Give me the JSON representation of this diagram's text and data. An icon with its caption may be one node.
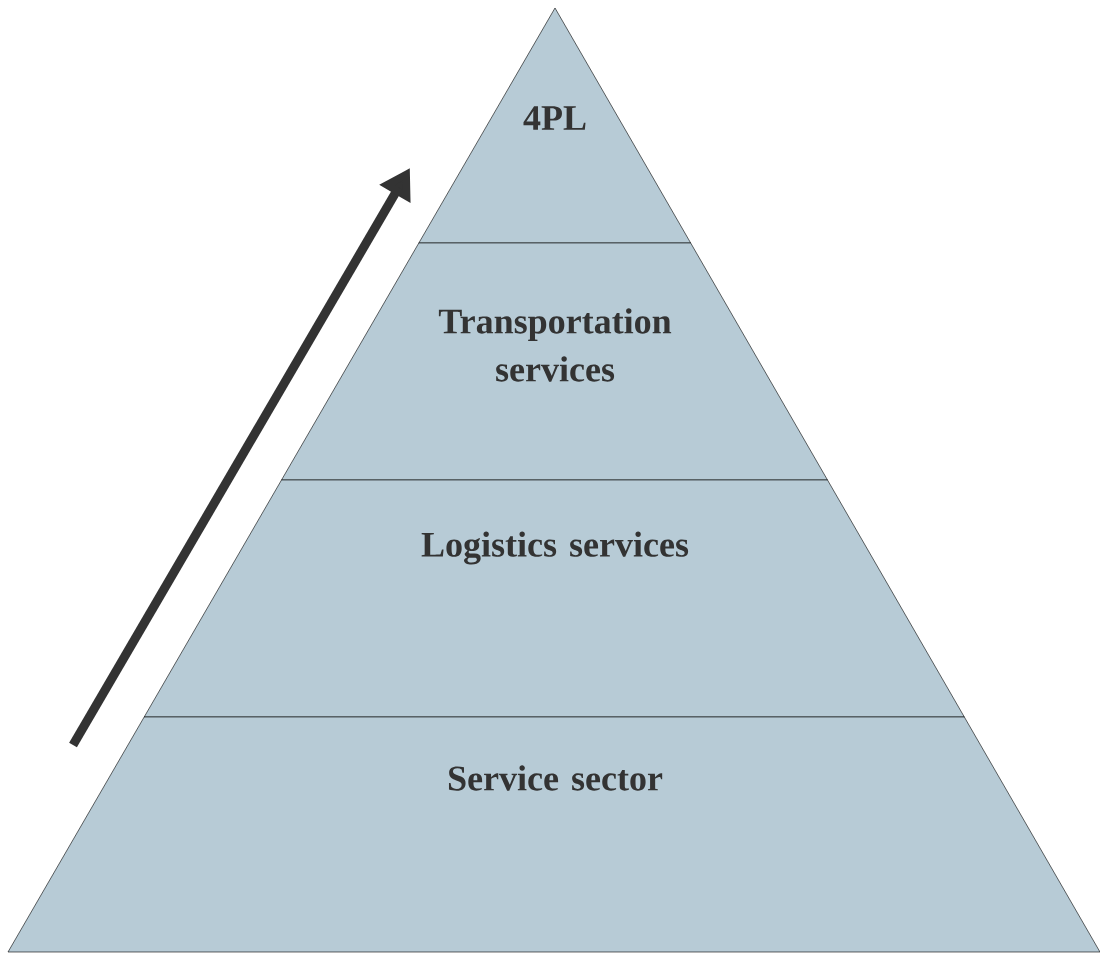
{
  "diagram": {
    "nodes": [
      {
        "text": [
          "4PL"
        ]
      },
      {
        "text": [
          "Transportation services"
        ]
      },
      {
        "text": [
          "Logistics services"
        ]
      },
      {
        "text": [
          "Service sector"
        ]
      }
    ]
  }
}
